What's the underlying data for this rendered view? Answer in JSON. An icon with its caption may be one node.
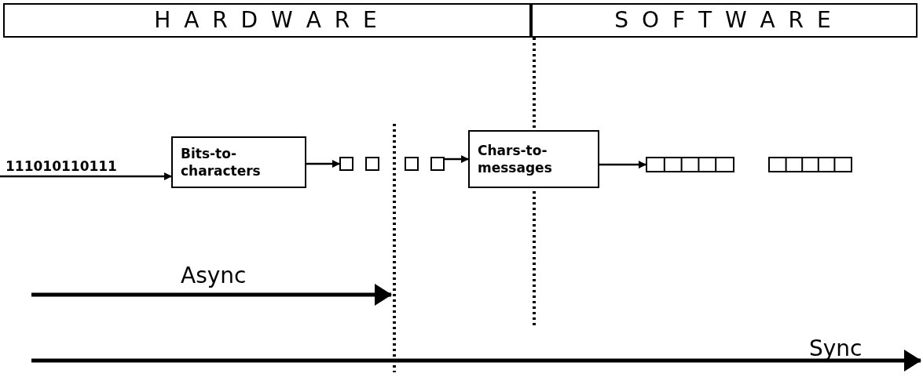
{
  "diagram": {
    "nodes": [
      {
        "text": [
          "H A R D W A R E"
        ]
      },
      {
        "text": [
          "S O F T W A R E"
        ]
      },
      {
        "text": [
          "Bits-to- characters"
        ]
      },
      {
        "text": [],
        "shape": "box"
      },
      {
        "text": [],
        "shape": "box"
      },
      {
        "text": [],
        "shape": "box"
      },
      {
        "text": [],
        "shape": "box"
      },
      {
        "text": [
          "Chars-to- messages"
        ]
      },
      {
        "text": [],
        "shape": "bar"
      },
      {
        "text": [],
        "shape": "bar"
      }
    ],
    "edges": [
      {
        "from": null,
        "to": 2,
        "arrow": "to",
        "label": "111010110111"
      },
      {
        "from": 2,
        "to": 3,
        "arrow": "to"
      },
      {
        "from": 6,
        "to": 7,
        "arrow": "to"
      },
      {
        "from": 7,
        "to": 8,
        "arrow": "to"
      }
    ],
    "labels": [
      "Async",
      "Sync"
    ]
  }
}
